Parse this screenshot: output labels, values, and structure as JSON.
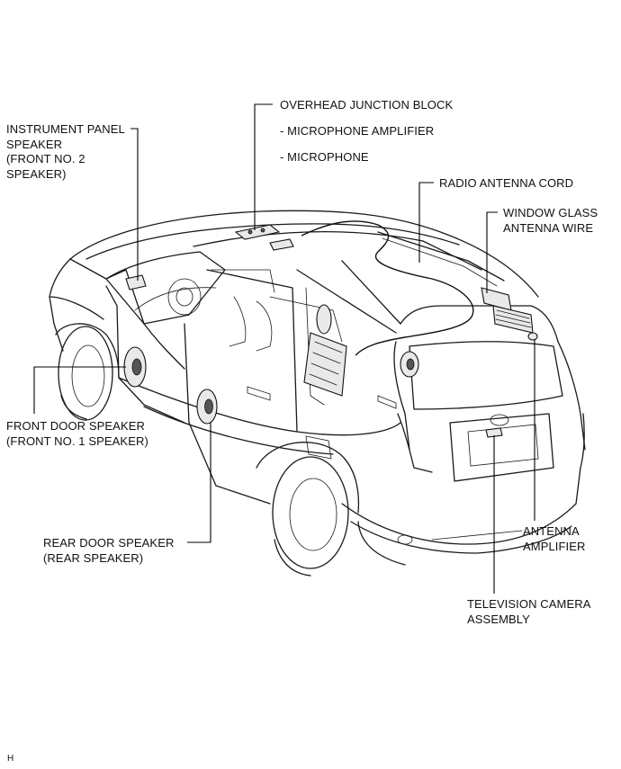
{
  "labels": {
    "overhead_junction_block": "OVERHEAD JUNCTION BLOCK",
    "microphone_amplifier": "- MICROPHONE AMPLIFIER",
    "microphone": "- MICROPHONE",
    "instrument_panel_speaker": [
      "INSTRUMENT PANEL",
      "SPEAKER",
      "(FRONT NO. 2",
      "SPEAKER)"
    ],
    "radio_antenna_cord": "RADIO ANTENNA CORD",
    "window_glass_antenna_wire": [
      "WINDOW GLASS",
      "ANTENNA WIRE"
    ],
    "front_door_speaker": [
      "FRONT DOOR SPEAKER",
      "(FRONT NO. 1 SPEAKER)"
    ],
    "rear_door_speaker": [
      "REAR DOOR SPEAKER",
      "(REAR SPEAKER)"
    ],
    "antenna_amplifier": [
      "ANTENNA",
      "AMPLIFIER"
    ],
    "television_camera_assembly": [
      "TELEVISION CAMERA",
      "ASSEMBLY"
    ]
  },
  "footer_code": "H"
}
